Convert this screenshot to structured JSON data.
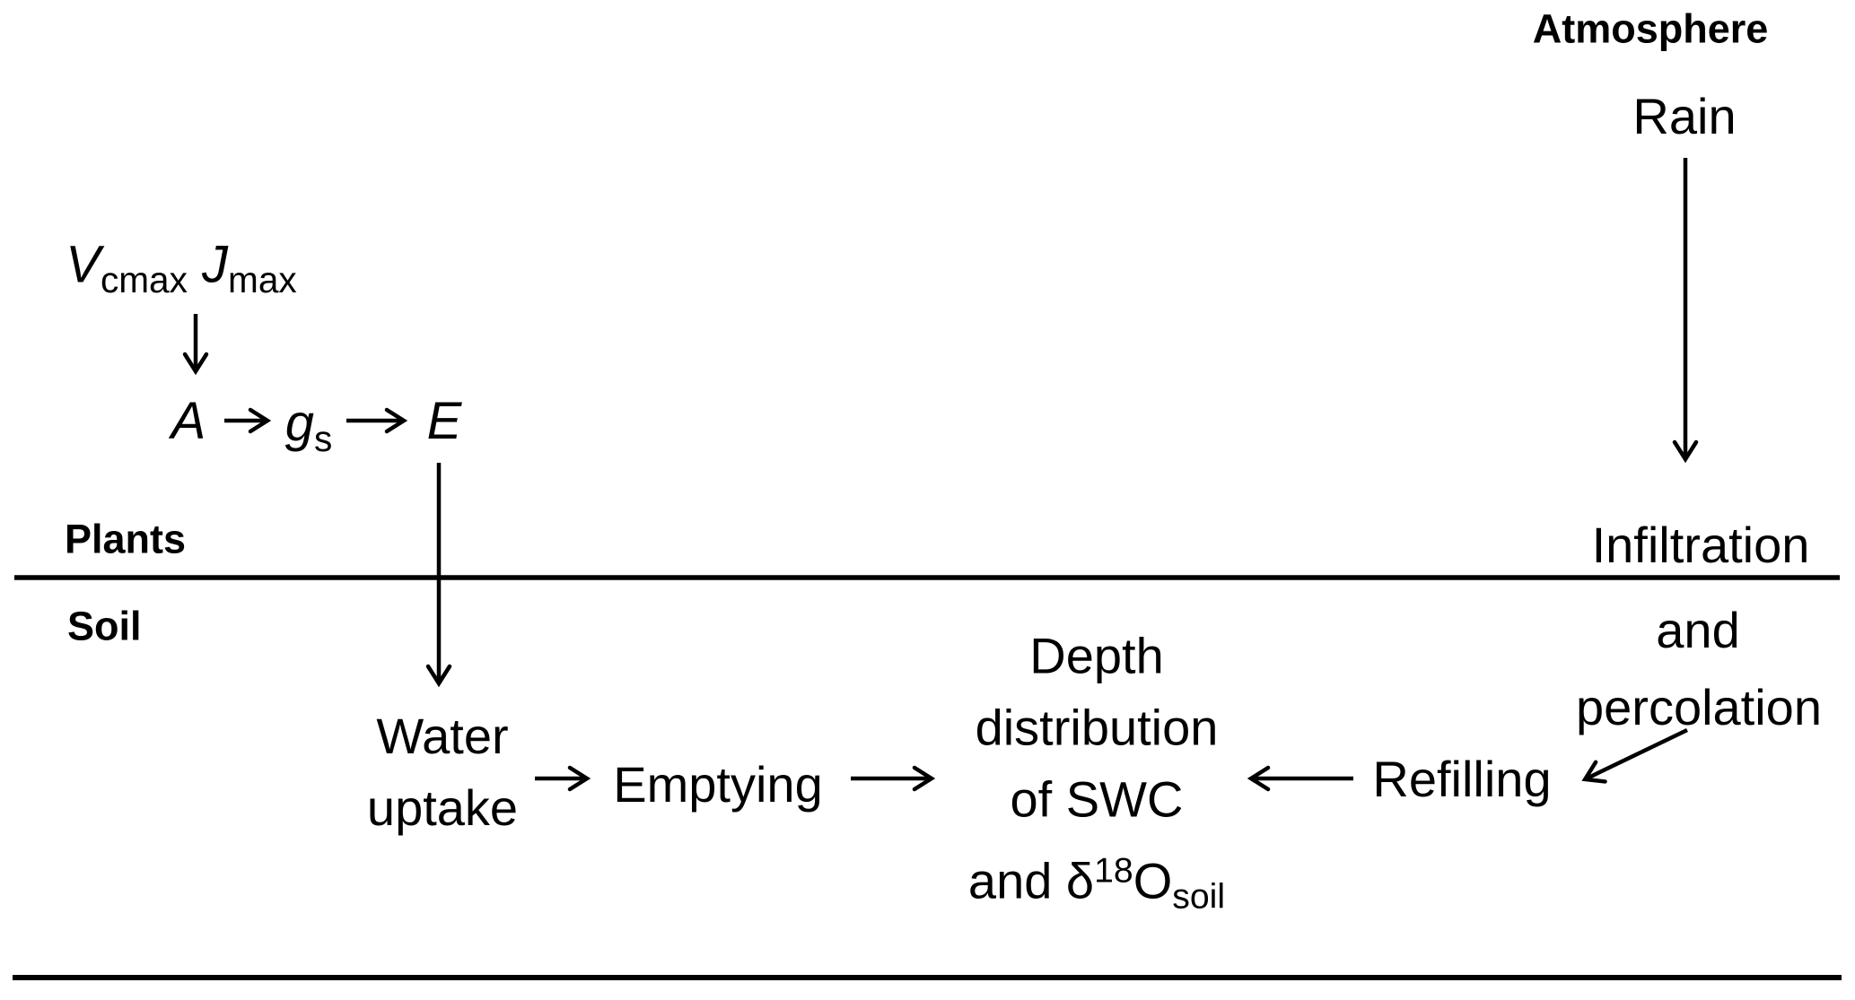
{
  "figure": {
    "compartments": {
      "atmosphere": "Atmosphere",
      "plants": "Plants",
      "soil": "Soil"
    },
    "nodes": {
      "rain": "Rain",
      "vcmax": {
        "base": "V",
        "sub": "cmax"
      },
      "jmax": {
        "base": "J",
        "sub": "max"
      },
      "assimilation": "A",
      "stomatal_conductance": {
        "base": "g",
        "sub": "s"
      },
      "transpiration": "E",
      "infiltration": {
        "line1": "Infiltration",
        "line2": "and",
        "line3": "percolation"
      },
      "water_uptake": {
        "line1": "Water",
        "line2": "uptake"
      },
      "emptying": "Emptying",
      "depth_distribution": {
        "line1": "Depth",
        "line2": "distribution",
        "line3": "of SWC",
        "line4_prefix": "and ",
        "delta": "δ",
        "isotope_sup": "18",
        "oxygen": "O",
        "isotope_sub": "soil"
      },
      "refilling": "Refilling"
    },
    "edges": [
      {
        "from": "Vcmax Jmax",
        "to": "A"
      },
      {
        "from": "A",
        "to": "gs"
      },
      {
        "from": "gs",
        "to": "E"
      },
      {
        "from": "E",
        "to": "Water uptake"
      },
      {
        "from": "Rain",
        "to": "Infiltration and percolation"
      },
      {
        "from": "Water uptake",
        "to": "Emptying"
      },
      {
        "from": "Emptying",
        "to": "Depth distribution of SWC and δ18Osoil"
      },
      {
        "from": "Refilling",
        "to": "Depth distribution of SWC and δ18Osoil"
      },
      {
        "from": "Infiltration and percolation",
        "to": "Refilling"
      }
    ],
    "colors": {
      "ink": "#000000",
      "background": "#ffffff"
    }
  }
}
